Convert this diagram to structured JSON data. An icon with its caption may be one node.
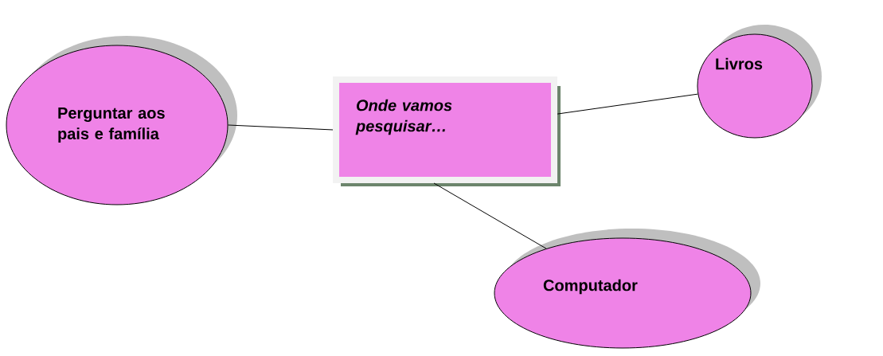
{
  "diagram": {
    "nodes": [
      {
        "text": [
          "Onde vamos pesquisar…"
        ]
      },
      {
        "text": [
          "Perguntar aos pais e família"
        ]
      },
      {
        "text": [
          "Livros"
        ]
      },
      {
        "text": [
          "Computador"
        ]
      }
    ],
    "edges": [
      {
        "from": 1,
        "to": 0,
        "arrow": "none"
      },
      {
        "from": 0,
        "to": 2,
        "arrow": "none"
      },
      {
        "from": 0,
        "to": 3,
        "arrow": "none"
      }
    ]
  }
}
